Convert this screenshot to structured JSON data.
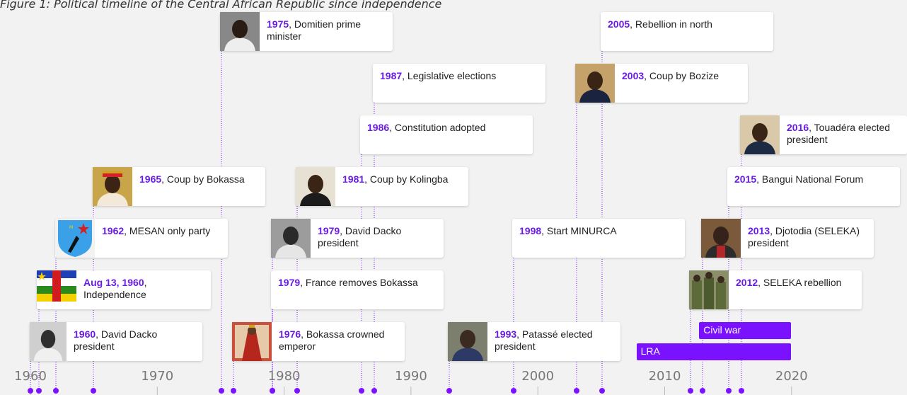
{
  "caption": "Figure 1: Political timeline of the Central African Republic since independence",
  "events": [
    {
      "id": "e1960dacko",
      "year": "1960",
      "text": ", David Dacko president",
      "thumb": "portrait-dacko-1960"
    },
    {
      "id": "e1960indep",
      "year": "Aug 13, 1960",
      "text": ", Independence",
      "thumb": "car-flag"
    },
    {
      "id": "e1962",
      "year": "1962",
      "text": ", MESAN only party",
      "thumb": "mesan-shield"
    },
    {
      "id": "e1965",
      "year": "1965",
      "text": ", Coup by Bokassa",
      "thumb": "portrait-bokassa"
    },
    {
      "id": "e1975",
      "year": "1975",
      "text": ", Domitien prime minister",
      "thumb": "portrait-domitien"
    },
    {
      "id": "e1976",
      "year": "1976",
      "text": ", Bokassa crowned emperor",
      "thumb": "coronation-photo"
    },
    {
      "id": "e1979france",
      "year": "1979",
      "text": ", France removes Bokassa",
      "thumb": ""
    },
    {
      "id": "e1979dacko",
      "year": "1979",
      "text": ", David Dacko president",
      "thumb": "portrait-dacko-1979"
    },
    {
      "id": "e1981",
      "year": "1981",
      "text": ", Coup by Kolingba",
      "thumb": "portrait-kolingba"
    },
    {
      "id": "e1986",
      "year": "1986",
      "text": ", Constitution adopted",
      "thumb": ""
    },
    {
      "id": "e1987",
      "year": "1987",
      "text": ", Legislative elections",
      "thumb": ""
    },
    {
      "id": "e1993",
      "year": "1993",
      "text": ", Patassé elected president",
      "thumb": "portrait-patasse"
    },
    {
      "id": "e1998",
      "year": "1998",
      "text": ", Start MINURCA",
      "thumb": ""
    },
    {
      "id": "e2003",
      "year": "2003",
      "text": ", Coup by Bozize",
      "thumb": "portrait-bozize"
    },
    {
      "id": "e2005",
      "year": "2005",
      "text": ", Rebellion in north",
      "thumb": ""
    },
    {
      "id": "e2012",
      "year": "2012",
      "text": ", SELEKA rebellion",
      "thumb": "seleka-fighters"
    },
    {
      "id": "e2013",
      "year": "2013",
      "text": ", Djotodia (SELEKA) president",
      "thumb": "portrait-djotodia"
    },
    {
      "id": "e2015",
      "year": "2015",
      "text": ", Bangui National Forum",
      "thumb": ""
    },
    {
      "id": "e2016",
      "year": "2016",
      "text": ", Touadéra elected president",
      "thumb": "portrait-touadera"
    }
  ],
  "periods": [
    {
      "label": "Civil war",
      "start": 2013,
      "end": 2020
    },
    {
      "label": "LRA",
      "start": 2008,
      "end": 2020
    }
  ],
  "axis_ticks": [
    "1960",
    "1970",
    "1980",
    "1990",
    "2000",
    "2010",
    "2020"
  ],
  "colors": {
    "accent": "#7a12ff",
    "year_text": "#6a1be6",
    "background": "#f2f2f2"
  }
}
